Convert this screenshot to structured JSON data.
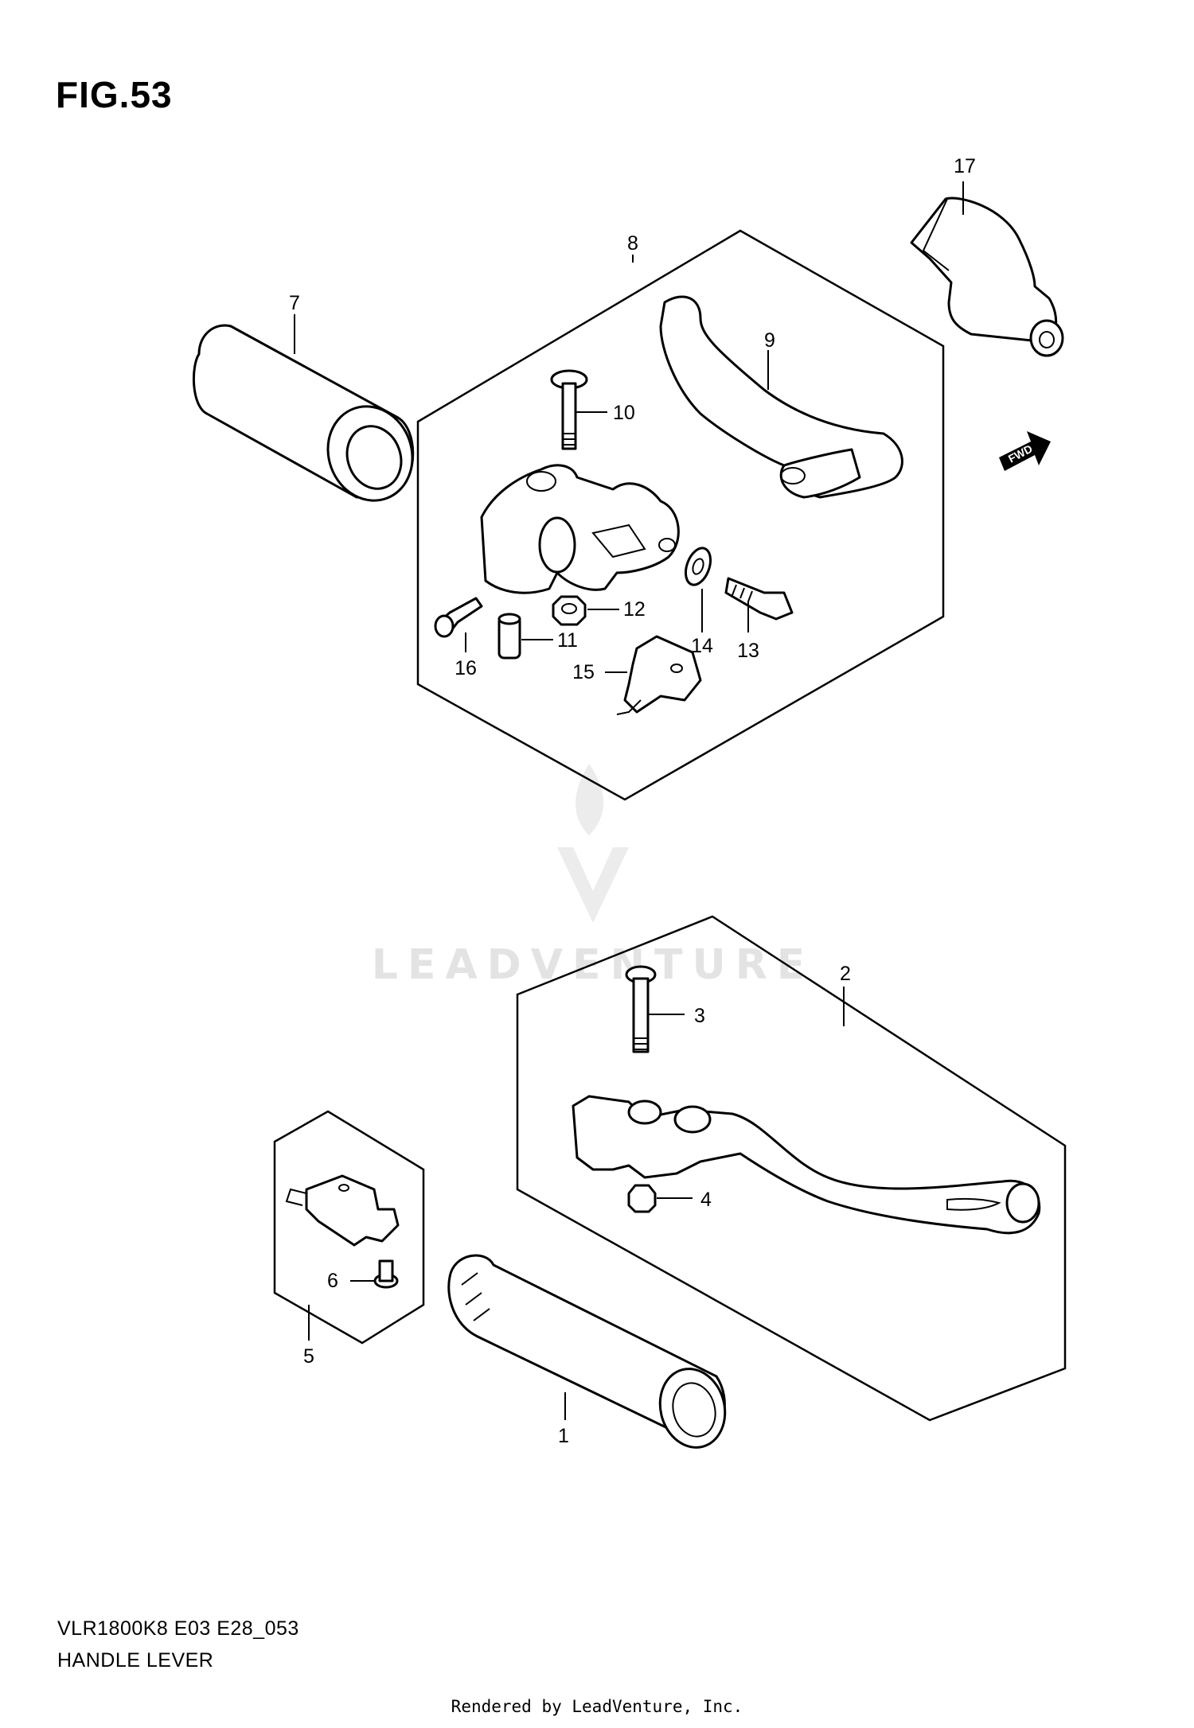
{
  "figure": {
    "title": "FIG.53",
    "model_code": "VLR1800K8 E03 E28_053",
    "name": "HANDLE LEVER"
  },
  "callouts": [
    "1",
    "2",
    "3",
    "4",
    "5",
    "6",
    "7",
    "8",
    "9",
    "10",
    "11",
    "12",
    "13",
    "14",
    "15",
    "16",
    "17"
  ],
  "fwd_label": "FWD",
  "watermark": "LEADVENTURE",
  "footer": "Rendered by LeadVenture, Inc."
}
